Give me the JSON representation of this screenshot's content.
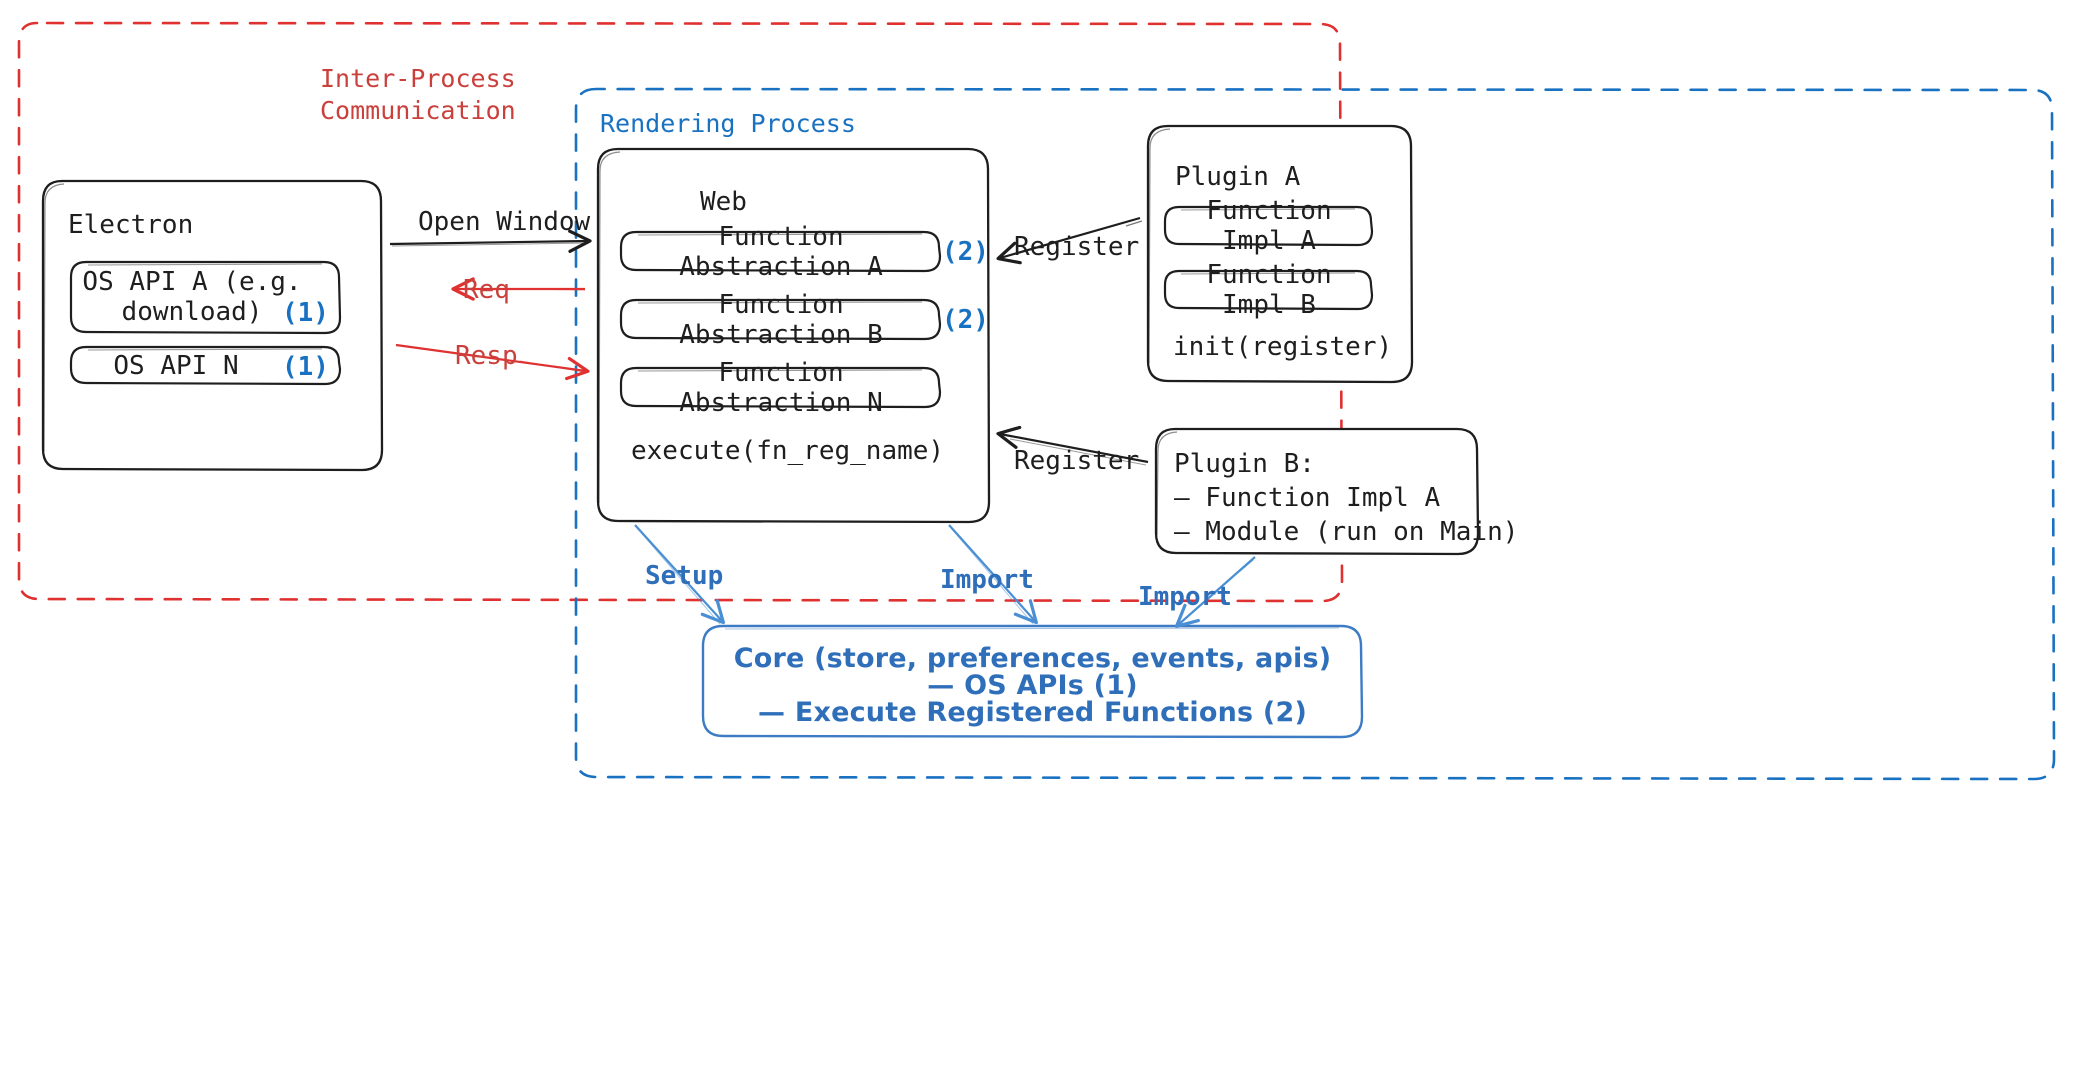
{
  "diagram": {
    "title_regions": {
      "ipc": {
        "label": "Inter-Process\nCommunication",
        "color": "#c9403c"
      },
      "rendering": {
        "label": "Rendering Process",
        "color": "#1971c2"
      }
    },
    "electron": {
      "title": "Electron",
      "items": [
        {
          "label": "OS API A (e.g.\ndownload)",
          "marker": "(1)"
        },
        {
          "label": "OS API N",
          "marker": "(1)"
        }
      ]
    },
    "web": {
      "title": "Web",
      "items": [
        {
          "label": "Function Abstraction A",
          "marker": "(2)"
        },
        {
          "label": "Function Abstraction B",
          "marker": "(2)"
        },
        {
          "label": "Function Abstraction N",
          "marker": ""
        }
      ],
      "footer": "execute(fn_reg_name)"
    },
    "plugin_a": {
      "title": "Plugin A",
      "items": [
        {
          "label": "Function Impl A"
        },
        {
          "label": "Function Impl B"
        }
      ],
      "footer": "init(register)"
    },
    "plugin_b": {
      "lines": [
        "Plugin B:",
        "— Function Impl A",
        "— Module (run on Main)"
      ]
    },
    "core": {
      "lines": [
        "Core (store, preferences, events, apis)",
        "— OS APIs (1)",
        "— Execute Registered Functions (2)"
      ],
      "color": "#2f6fba"
    },
    "edges": [
      {
        "id": "open-window",
        "label": "Open Window",
        "color": "#1e1e1e"
      },
      {
        "id": "req",
        "label": "Req",
        "color": "#e03131"
      },
      {
        "id": "resp",
        "label": "Resp",
        "color": "#e03131"
      },
      {
        "id": "register-a",
        "label": "Register",
        "color": "#1e1e1e"
      },
      {
        "id": "register-b",
        "label": "Register",
        "color": "#1e1e1e"
      },
      {
        "id": "setup",
        "label": "Setup",
        "color": "#2f6fba"
      },
      {
        "id": "import-web",
        "label": "Import",
        "color": "#2f6fba"
      },
      {
        "id": "import-plugin",
        "label": "Import",
        "color": "#2f6fba"
      }
    ],
    "colors": {
      "stroke": "#1e1e1e",
      "red": "#e03131",
      "red_text": "#c9403c",
      "blue": "#1971c2",
      "core_blue": "#2f6fba"
    }
  }
}
